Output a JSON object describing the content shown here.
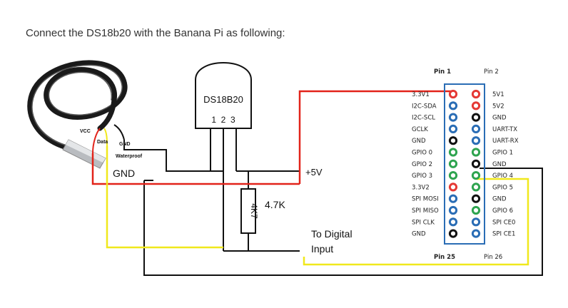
{
  "instruction": "Connect the DS18b20 with the Banana Pi as following:",
  "colors": {
    "red_wire": "#e2231a",
    "yellow_wire": "#f0e81c",
    "black_wire": "#111111",
    "pin_red": "#e53935",
    "pin_blue": "#2a6db5",
    "pin_green": "#2ea44f",
    "pin_black": "#111111"
  },
  "probe": {
    "vcc": "VCC",
    "data": "Data",
    "gnd_small": "GND",
    "waterproof": "Waterproof",
    "gnd_large": "GND"
  },
  "sensor": {
    "name": "DS18B20",
    "pins": "1  2  3"
  },
  "resistor": {
    "body_label": "4K7",
    "value_label": "4.7K"
  },
  "labels": {
    "plus5v": "+5V",
    "digital_line1": "To Digital",
    "digital_line2": "Input"
  },
  "header": {
    "pin1": "Pin 1",
    "pin2": "Pin 2",
    "pin25": "Pin 25",
    "pin26": "Pin 26",
    "left": [
      {
        "name": "3.3V1",
        "color": "red"
      },
      {
        "name": "I2C-SDA",
        "color": "blue"
      },
      {
        "name": "I2C-SCL",
        "color": "blue"
      },
      {
        "name": "GCLK",
        "color": "blue"
      },
      {
        "name": "GND",
        "color": "black"
      },
      {
        "name": "GPIO 0",
        "color": "green"
      },
      {
        "name": "GPIO 2",
        "color": "green"
      },
      {
        "name": "GPIO 3",
        "color": "green"
      },
      {
        "name": "3.3V2",
        "color": "red"
      },
      {
        "name": "SPI MOSI",
        "color": "blue"
      },
      {
        "name": "SPI MISO",
        "color": "blue"
      },
      {
        "name": "SPI CLK",
        "color": "blue"
      },
      {
        "name": "GND",
        "color": "black"
      }
    ],
    "right": [
      {
        "name": "5V1",
        "color": "red"
      },
      {
        "name": "5V2",
        "color": "red"
      },
      {
        "name": "GND",
        "color": "black"
      },
      {
        "name": "UART-TX",
        "color": "blue"
      },
      {
        "name": "UART-RX",
        "color": "blue"
      },
      {
        "name": "GPIO 1",
        "color": "green"
      },
      {
        "name": "GND",
        "color": "black"
      },
      {
        "name": "GPIO 4",
        "color": "green"
      },
      {
        "name": "GPIO 5",
        "color": "green"
      },
      {
        "name": "GND",
        "color": "black"
      },
      {
        "name": "GPIO 6",
        "color": "green"
      },
      {
        "name": "SPI CE0",
        "color": "blue"
      },
      {
        "name": "SPI CE1",
        "color": "blue"
      }
    ]
  }
}
